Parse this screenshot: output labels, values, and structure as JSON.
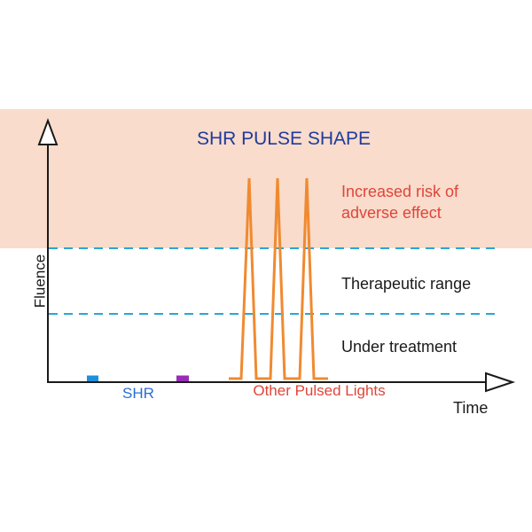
{
  "title": "SHR PULSE SHAPE",
  "axis": {
    "y_label": "Fluence",
    "x_label": "Time"
  },
  "zones": {
    "high": "Increased risk of",
    "high_line2": "adverse effect",
    "mid": "Therapeutic range",
    "low": "Under treatment"
  },
  "pulses": {
    "shr_label": "SHR",
    "other_label": "Other Pulsed Lights"
  },
  "colors": {
    "risk_band": "#f9dccb",
    "title": "#1f3a9e",
    "risk_text": "#e0453a",
    "threshold_line": "#2aa6d6",
    "other_pulse": "#f08a30",
    "shr_label": "#2a6fd0",
    "axis": "#1a1a1a"
  }
}
